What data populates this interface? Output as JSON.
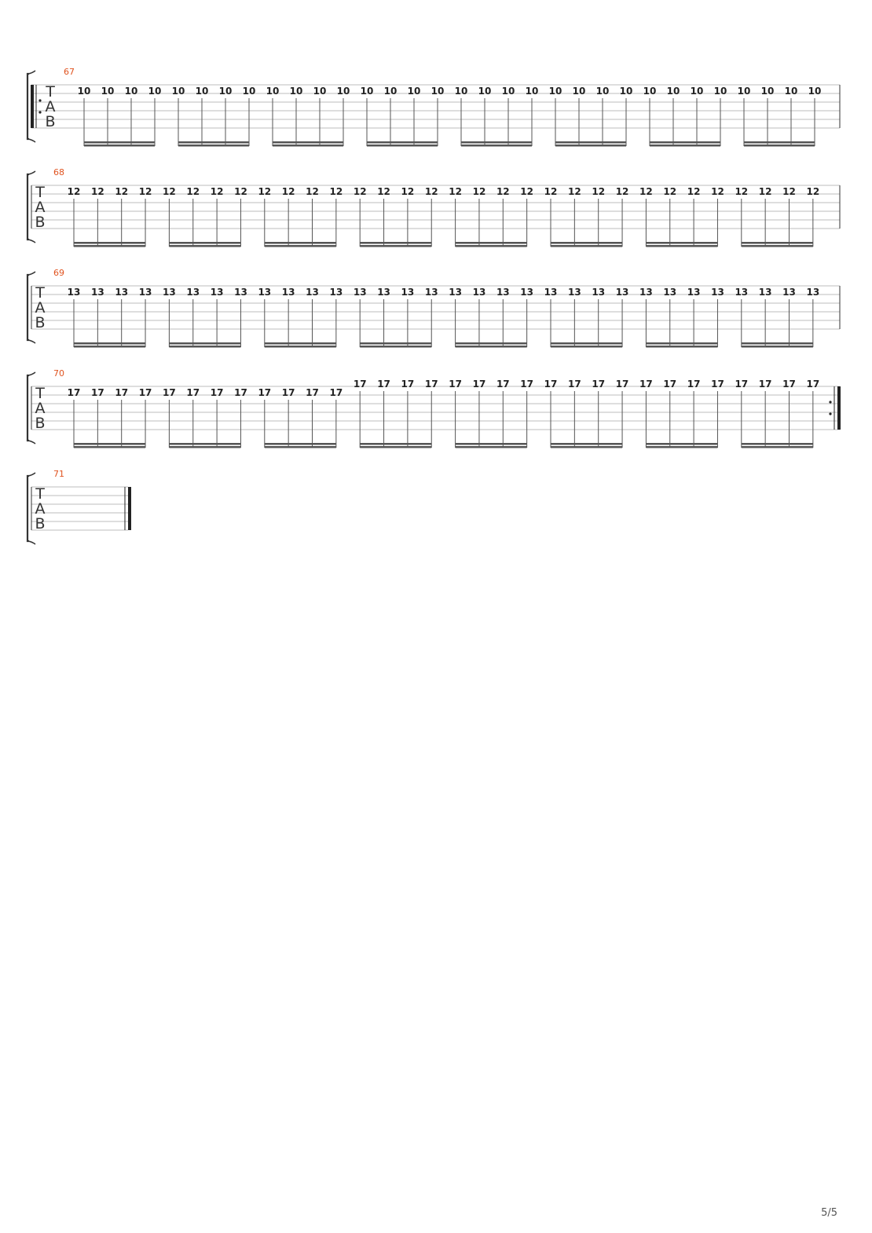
{
  "page": {
    "number_label": "5/5"
  },
  "tab_clef": [
    "T",
    "A",
    "B"
  ],
  "systems": [
    {
      "measure_number": "67",
      "fret": "10",
      "notes": 32,
      "repeat_start": true,
      "repeat_end": false,
      "final_barline": false
    },
    {
      "measure_number": "68",
      "fret": "12",
      "notes": 32,
      "repeat_start": false,
      "repeat_end": false,
      "final_barline": false
    },
    {
      "measure_number": "69",
      "fret": "13",
      "notes": 32,
      "repeat_start": false,
      "repeat_end": false,
      "final_barline": false
    },
    {
      "measure_number": "70",
      "fret": "17",
      "notes": 32,
      "repeat_start": false,
      "repeat_end": true,
      "final_barline": false
    },
    {
      "measure_number": "71",
      "fret": "",
      "notes": 0,
      "repeat_start": false,
      "repeat_end": false,
      "final_barline": true
    }
  ],
  "colors": {
    "measure_number": "#e0531f",
    "staff_line": "#bdbdbd",
    "ink": "#222222"
  }
}
